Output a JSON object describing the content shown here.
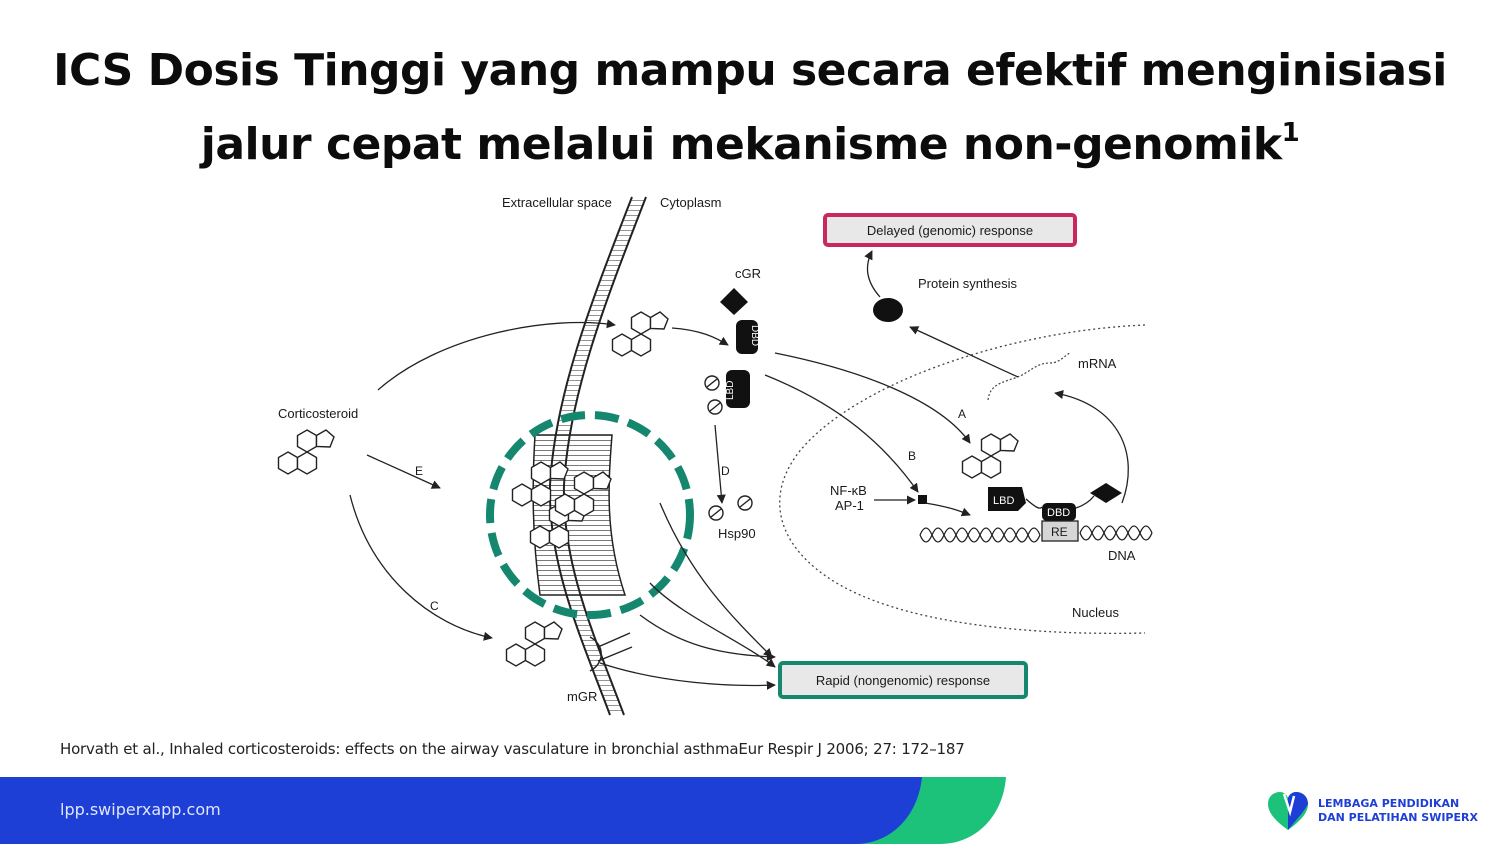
{
  "slide": {
    "title_line1": "ICS Dosis Tinggi yang mampu secara efektif menginisiasi",
    "title_line2": "jalur cepat melalui mekanisme non-genomik",
    "title_superscript": "1",
    "citation": "Horvath et al., Inhaled corticosteroids: effects on the airway vasculature in bronchial asthmaEur Respir J 2006; 27: 172–187",
    "footer_url": "lpp.swiperxapp.com",
    "logo_line1": "LEMBAGA PENDIDIKAN",
    "logo_line2": "DAN PELATIHAN SWIPERX"
  },
  "diagram": {
    "extracellular_space": "Extracellular space",
    "cytoplasm": "Cytoplasm",
    "delayed_response": "Delayed (genomic) response",
    "protein_synthesis": "Protein synthesis",
    "cgr": "cGR",
    "dbd": "DBD",
    "lbd": "LBD",
    "mrna": "mRNA",
    "corticosteroid": "Corticosteroid",
    "label_a": "A",
    "label_b": "B",
    "label_c": "C",
    "label_d": "D",
    "label_e": "E",
    "nfkb": "NF-κB",
    "ap1": "AP-1",
    "hsp90": "Hsp90",
    "re": "RE",
    "dna": "DNA",
    "nucleus": "Nucleus",
    "rapid_response": "Rapid (nongenomic) response",
    "mgr": "mGR"
  },
  "colors": {
    "delayed_box_border": "#c8285f",
    "rapid_box_border": "#15876e",
    "highlight_circle": "#15876e",
    "footer_blue": "#1d3fd6",
    "footer_green": "#1cc27a"
  }
}
